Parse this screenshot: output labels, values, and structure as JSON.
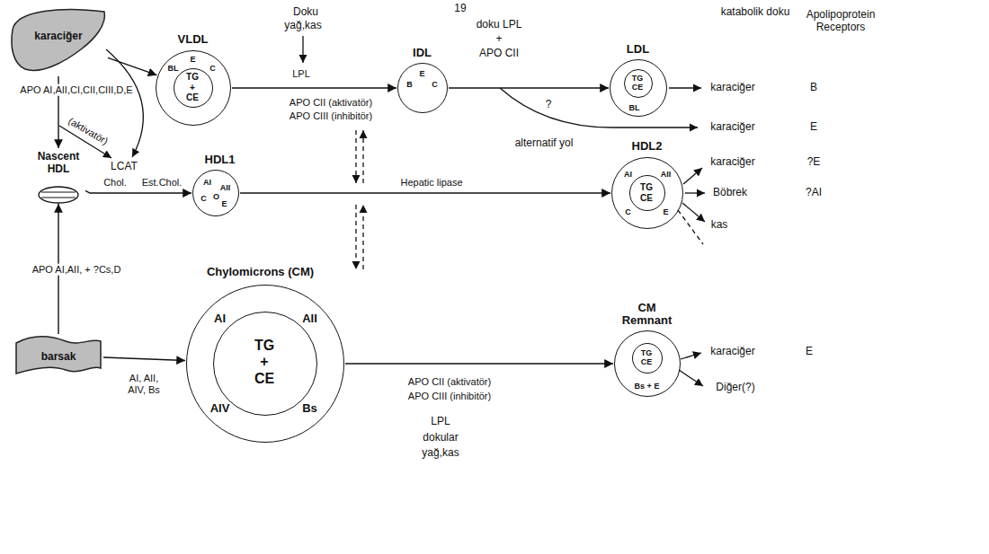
{
  "diagram": {
    "nodes": [
      {
        "text": [
          "karaciğer"
        ]
      },
      {
        "text": [
          "VLDL",
          "BL",
          "E",
          "C"
        ]
      },
      {
        "text": [
          "TG + CE"
        ],
        "in": 1
      },
      {
        "text": [
          "IDL",
          "B",
          "E",
          "C"
        ]
      },
      {
        "text": [
          "LDL",
          "BL"
        ]
      },
      {
        "text": [
          "TG CE"
        ],
        "in": 4
      },
      {
        "text": [
          "Nascent HDL"
        ]
      },
      {
        "text": [
          "HDL1",
          "AI",
          "AII",
          "C",
          "O",
          "E"
        ]
      },
      {
        "text": [
          "HDL2",
          "AI",
          "AII",
          "C",
          "E"
        ]
      },
      {
        "text": [
          "TG CE"
        ],
        "in": 8
      },
      {
        "text": [
          "Chylomicrons (CM)",
          "AI",
          "AII",
          "AIV",
          "Bs"
        ]
      },
      {
        "text": [
          "TG + CE"
        ],
        "in": 10
      },
      {
        "text": [
          "CM Remnant",
          "Bs + E"
        ]
      },
      {
        "text": [
          "TG CE"
        ],
        "in": 12
      },
      {
        "text": [
          "barsak"
        ]
      }
    ],
    "edges": [
      {
        "from": 0,
        "to": 1,
        "arrow": "to"
      },
      {
        "from": 1,
        "to": 3,
        "label": "LPL",
        "arrow": "to"
      },
      {
        "from": 3,
        "to": 4,
        "arrow": "to"
      },
      {
        "from": 0,
        "to": 6,
        "label": "APO AI,AII,CI,CII,CIII,D,E",
        "arrow": "to"
      },
      {
        "from": 6,
        "to": 7,
        "arrow": "to"
      },
      {
        "from": 7,
        "to": 8,
        "label": "Hepatic lipase",
        "arrow": "to"
      },
      {
        "from": 14,
        "to": 6,
        "label": "APO AI,AII, + ?Cs,D",
        "arrow": "to"
      },
      {
        "from": 14,
        "to": 10,
        "arrow": "to"
      },
      {
        "from": 10,
        "to": 12,
        "arrow": "to"
      }
    ],
    "labels": [
      "19",
      "Doku",
      "yağ,kas",
      "APO CII (aktivatör)",
      "APO CIII (inhibitör)",
      "doku LPL",
      "+",
      "APO CII",
      "?",
      "alternatif yol",
      "katabolik doku",
      "Apolipoprotein Receptors",
      "karaciğer",
      "B",
      "karaciğer",
      "E",
      "(aktivatör)",
      "LCAT",
      "Chol.",
      "Est.Chol.",
      "karaciğer",
      "?E",
      "Böbrek",
      "?AI",
      "kas",
      "AI, AII, AIV, Bs",
      "APO CII (aktivatör)",
      "APO CIII (inhibitör)",
      "LPL",
      "dokular",
      "yağ,kas",
      "karaciğer",
      "E",
      "Diğer(?)"
    ]
  }
}
